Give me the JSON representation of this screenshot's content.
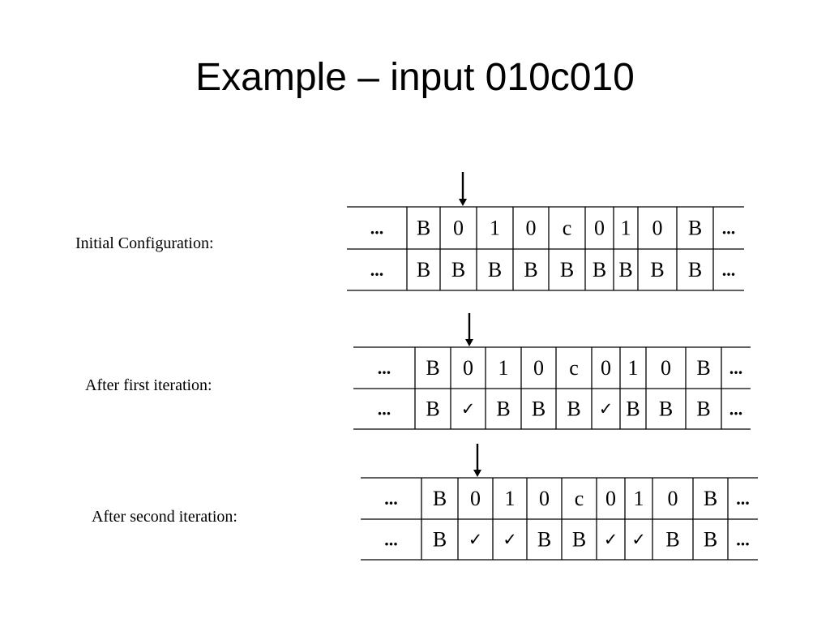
{
  "slide": {
    "title": "Example – input 010c010"
  },
  "configurations": [
    {
      "label": "Initial Configuration:",
      "tracks": [
        [
          "...",
          "B",
          "0",
          "1",
          "0",
          "c",
          "0",
          "1",
          "0",
          "B",
          "..."
        ],
        [
          "...",
          "B",
          "B",
          "B",
          "B",
          "B",
          "B",
          "B",
          "B",
          "B",
          "..."
        ]
      ]
    },
    {
      "label": "After first iteration:",
      "tracks": [
        [
          "...",
          "B",
          "0",
          "1",
          "0",
          "c",
          "0",
          "1",
          "0",
          "B",
          "..."
        ],
        [
          "...",
          "B",
          "✓",
          "B",
          "B",
          "B",
          "✓",
          "B",
          "B",
          "B",
          "..."
        ]
      ]
    },
    {
      "label": "After second iteration:",
      "tracks": [
        [
          "...",
          "B",
          "0",
          "1",
          "0",
          "c",
          "0",
          "1",
          "0",
          "B",
          "..."
        ],
        [
          "...",
          "B",
          "✓",
          "✓",
          "B",
          "B",
          "✓",
          "✓",
          "B",
          "B",
          "..."
        ]
      ]
    }
  ]
}
